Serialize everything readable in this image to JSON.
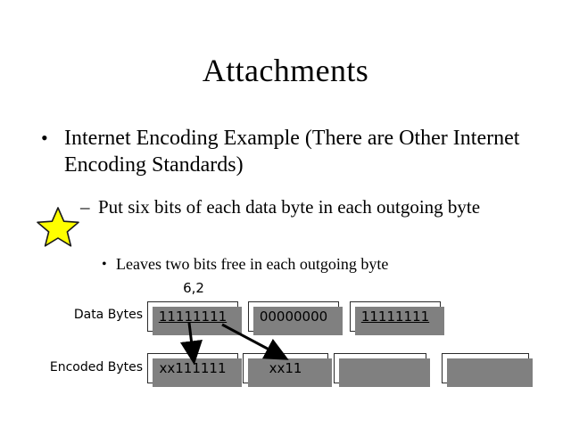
{
  "slide": {
    "title": "Attachments",
    "background_color": "#ffffff",
    "text_color": "#000000"
  },
  "bullets": {
    "level1": {
      "marker": "•",
      "text": "Internet Encoding Example (There are Other Internet Encoding Standards)"
    },
    "level2": {
      "marker": "–",
      "text": "Put six bits of each data byte in each outgoing byte"
    },
    "level3": {
      "marker": "•",
      "text": "Leaves two bits free in each outgoing byte"
    }
  },
  "star": {
    "icon": "star-icon",
    "fill_color": "#ffff00",
    "stroke_color": "#1a1a1a"
  },
  "diagram": {
    "annotation": "6,2",
    "rows": [
      {
        "id": "data-bytes",
        "label": "Data Bytes",
        "boxes": [
          {
            "value": "11111111",
            "underlined": true,
            "empty": false
          },
          {
            "value": "00000000",
            "underlined": false,
            "empty": false
          },
          {
            "value": "11111111",
            "underlined": true,
            "empty": false
          }
        ]
      },
      {
        "id": "encoded-bytes",
        "label": "Encoded Bytes",
        "boxes": [
          {
            "value": "xx111111",
            "underlined": false,
            "empty": false
          },
          {
            "value": "xx11",
            "underlined": false,
            "empty": false
          },
          {
            "value": "",
            "underlined": false,
            "empty": true
          },
          {
            "value": "",
            "underlined": false,
            "empty": true
          }
        ]
      }
    ],
    "arrows": [
      {
        "id": "arrow-down",
        "from": "data-byte-1",
        "to": "encoded-byte-1"
      },
      {
        "id": "arrow-diagonal",
        "from": "data-byte-1",
        "to": "encoded-byte-2"
      }
    ],
    "box_shadow_color": "#808080",
    "box_border_color": "#2b2b2b"
  }
}
